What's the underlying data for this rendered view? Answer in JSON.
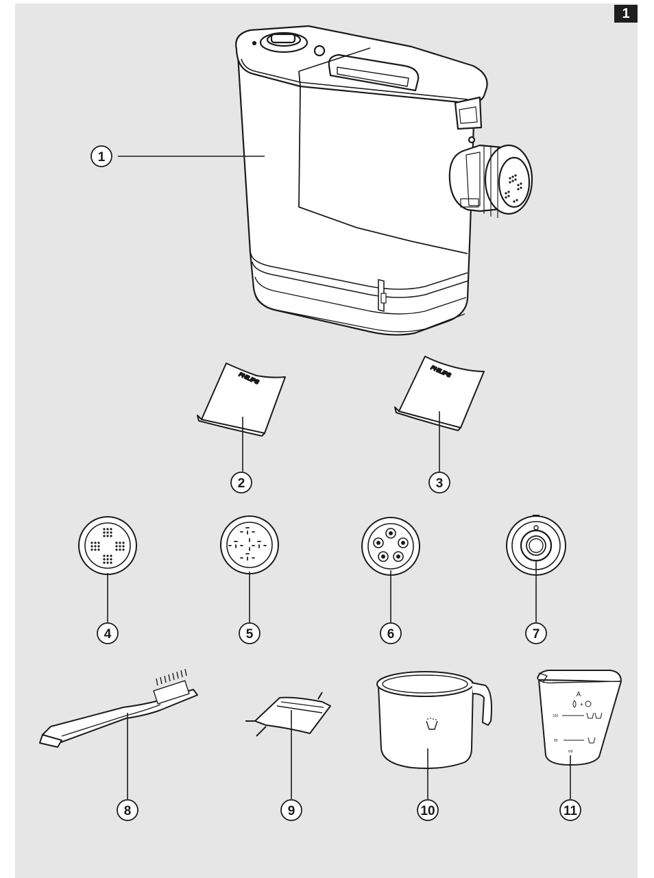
{
  "page": {
    "number": "1"
  },
  "brand": "PHILIPS",
  "parts": [
    {
      "num": "1"
    },
    {
      "num": "2"
    },
    {
      "num": "3"
    },
    {
      "num": "4"
    },
    {
      "num": "5"
    },
    {
      "num": "6"
    },
    {
      "num": "7"
    },
    {
      "num": "8"
    },
    {
      "num": "9"
    },
    {
      "num": "10"
    },
    {
      "num": "11"
    }
  ],
  "beaker": {
    "label_a": "A",
    "mark_150": "150",
    "mark_80": "80",
    "unit": "ml"
  }
}
